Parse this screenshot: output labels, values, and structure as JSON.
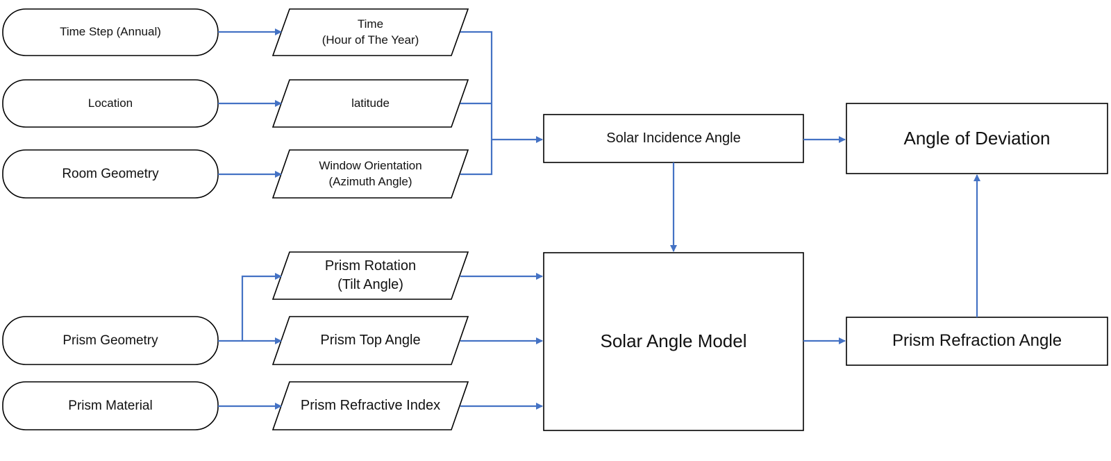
{
  "colors": {
    "connector": "#4472C4",
    "shape_stroke": "#000000",
    "background": "#ffffff"
  },
  "inputs": {
    "time_step": "Time Step (Annual)",
    "location": "Location",
    "room_geometry": "Room Geometry",
    "prism_geometry": "Prism Geometry",
    "prism_material": "Prism Material"
  },
  "parameters": {
    "time": "Time\n(Hour of The Year)",
    "latitude": "latitude",
    "window_orientation": "Window Orientation\n(Azimuth Angle)",
    "prism_rotation": "Prism Rotation\n(Tilt Angle)",
    "prism_top_angle": "Prism Top Angle",
    "prism_refractive_index": "Prism Refractive Index"
  },
  "processes": {
    "solar_incidence_angle": "Solar Incidence Angle",
    "solar_angle_model": "Solar Angle Model",
    "angle_of_deviation": "Angle of Deviation",
    "prism_refraction_angle": "Prism Refraction Angle"
  }
}
